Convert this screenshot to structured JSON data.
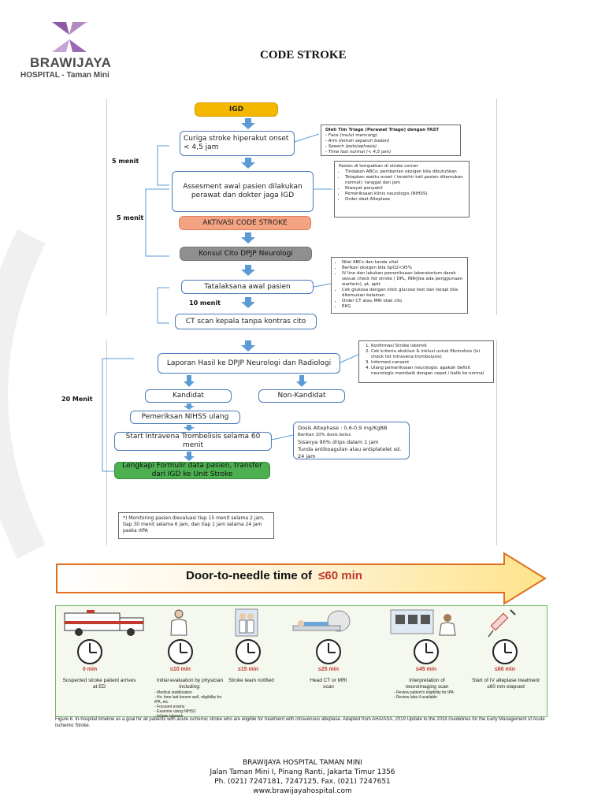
{
  "logo": {
    "name": "BRAWIJAYA",
    "sub": "HOSPITAL - Taman Mini"
  },
  "title": "CODE STROKE",
  "flow": {
    "igd": "IGD",
    "curiga": "Curiga stroke hiperakut onset < 4,5 jam",
    "assesment": "Assesment awal pasien dilakukan perawat dan dokter jaga IGD",
    "aktivasi": "AKTIVASI CODE STROKE",
    "konsul": "Konsul Cito DPJP Neurologi",
    "tatalaksana": "Tatalaksana awal pasien",
    "ct": "CT scan kepala tanpa kontras cito",
    "laporan": "Laporan Hasil ke DPJP Neurologi dan Radiologi",
    "kandidat": "Kandidat",
    "non_kandidat": "Non-Kandidat",
    "nihss": "Pemeriksan NIHSS ulang",
    "start": "Start Intravena Trombelisis selama 60 menit",
    "lengkapi": "Lengkapi Formulir data pasien, transfer dari IGD ke Unit Stroke",
    "side_5a": "5 menit",
    "side_5b": "5 menit",
    "side_10": "10 menit",
    "side_20": "20 Menit"
  },
  "notes": {
    "triage_title": "Oleh Tim Triage (Perawat Triage) dengan FAST",
    "triage_items": [
      "- Face (mulut mencong)",
      "- Arm (lemah separuh badan)",
      "- Speech (pelo/aphasia)",
      "- Time lost normal (< 4,5 jam)"
    ],
    "corner_title": "Pasien di tempatkan di stroke corner",
    "corner_items": [
      "Tindakan ABCs: pemberian oksigen bila dibutuhkan",
      "Tetapkan waktu onset ( terakhir kali pasien ditemukan normal): tanggal dan jam",
      "Riwayat penyakit",
      "Pemeriksaan klinis neurologis (NIHSS)",
      "Order obat Alteplase"
    ],
    "initial_items": [
      "Nilai ABCs dan tanda vital",
      "Berikan oksigen bila SpO2<95%",
      "IV line dan lakukan pemeriksaan laboratorium darah sesuai check list stroke ( DPL, INR(jika ada penggunaan warfarin), pt, aptt",
      "Cek glukosa dengan stick glucose test dan terapi bila ditemukan kelainan",
      "Order CT atau MRI otak cito",
      "EKG"
    ],
    "report_items": [
      "Konfirmasi Stroke iskemik",
      "Cek kriteria eksklusi & inklusi untuk fibrinolisis (lsi check list intravena trombolysis)",
      "Informed consent",
      "Ulang pemeriksaan neurologis: apakah defisit neurologis membaik dengan cepat / balik ke normal"
    ],
    "dose_lines": [
      "Dosis    Altephase    :    0,6-0,9 mg/KgBB",
      "Berikan 10% dosis bolus",
      "Sisanya 90% drips dalam 1 jam",
      "Tunda    antikoagulan    atau antiplatelet sd. 24 jam"
    ],
    "monitor": "*) Monitoring pasien dievaluasi tiap 15 menit selama 2 jam, tiap 30 menit selama 6 jam, dan tiap 1 jam selama 24 jam paska rtPA"
  },
  "timeline": {
    "banner": "Door-to-needle time of",
    "banner_target": "≤60 min",
    "steps": [
      {
        "time": "0 min",
        "text": "Suspected stroke patient arrives at ED",
        "sub": []
      },
      {
        "time": "≤10 min",
        "text": "Initial evaluation by physician including:",
        "sub": [
          "- Medical stabilization",
          "- Hx: time last known well, eligibility for tPA, etc.",
          "- Focused exams",
          "- Examine using NIHSS",
          "- Initiate labwork"
        ]
      },
      {
        "time": "≤15 min",
        "text": "Stroke team notified",
        "sub": []
      },
      {
        "time": "≤25 min",
        "text": "Head CT or MRI scan",
        "sub": []
      },
      {
        "time": "≤45 min",
        "text": "Interpretation of neuroimaging scan",
        "sub": [
          "- Review patient's eligibility for tPA",
          "- Review labs if available"
        ]
      },
      {
        "time": "≤60 min",
        "text": "Start of IV alteplase treatment ≤60 min elapsed",
        "sub": []
      }
    ],
    "caption": "Figure 6. In-hospital timeline as a goal for all patients with acute ischemic stroke who are eligible for treatment with intravenous alteplase. Adapted from AHA/ASA, 2019 Update to the 2018 Guidelines for the Early Management of Acute Ischemic Stroke."
  },
  "footer": {
    "line1": "BRAWIJAYA HOSPITAL TAMAN MINI",
    "line2": "Jalan Taman Mini I, Pinang Ranti, Jakarta Timur 1356",
    "line3": "Ph. (021) 7247181, 7247125, Fax. (021) 7247651",
    "line4": "www.brawijayahospital.com"
  }
}
